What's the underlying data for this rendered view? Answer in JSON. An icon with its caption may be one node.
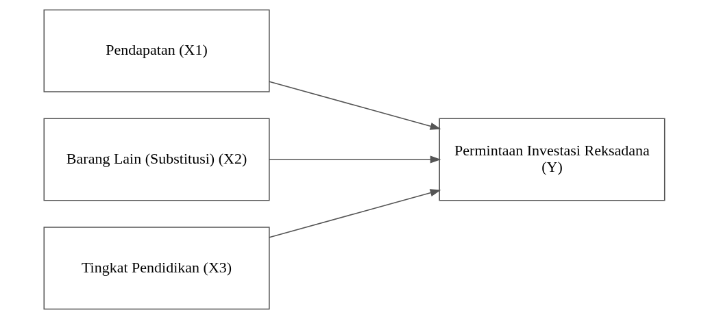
{
  "diagram": {
    "nodes": [
      {
        "text": [
          "Pendapatan (X1)"
        ]
      },
      {
        "text": [
          "Barang Lain (Substitusi) (X2)"
        ]
      },
      {
        "text": [
          "Tingkat Pendidikan (X3)"
        ]
      },
      {
        "text": [
          "Permintaan Investasi Reksadana (Y)"
        ]
      }
    ],
    "edges": [
      {
        "from": 0,
        "to": 3,
        "arrow": "to"
      },
      {
        "from": 1,
        "to": 3,
        "arrow": "to"
      },
      {
        "from": 2,
        "to": 3,
        "arrow": "to"
      }
    ]
  }
}
